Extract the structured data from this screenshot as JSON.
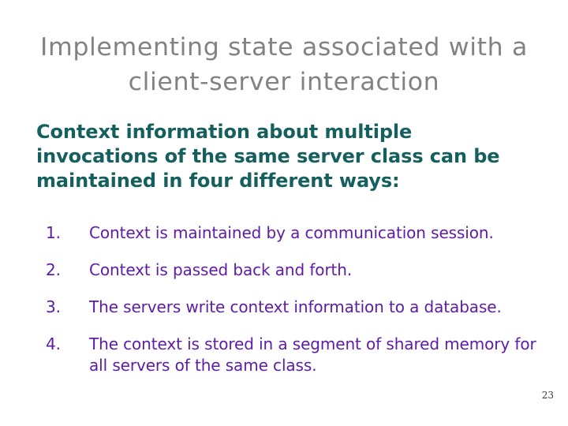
{
  "slide": {
    "title": "Implementing state associated with a\nclient-server interaction",
    "title_color": "#828282",
    "background_color": "#ffffff",
    "body": {
      "paragraph": "Context information about multiple invocations of the same server class can be maintained in four different ways:",
      "color": "#15605e"
    },
    "list": {
      "color": "#5d1ba8",
      "items": [
        {
          "number": "1.",
          "text": "Context is maintained by a communication session."
        },
        {
          "number": "2.",
          "text": "Context is passed back and forth."
        },
        {
          "number": "3.",
          "text": "The servers write context information to a database."
        },
        {
          "number": "4.",
          "text": "The context is stored in a segment of shared memory for all servers of the same class."
        }
      ]
    },
    "page_number": "23"
  }
}
